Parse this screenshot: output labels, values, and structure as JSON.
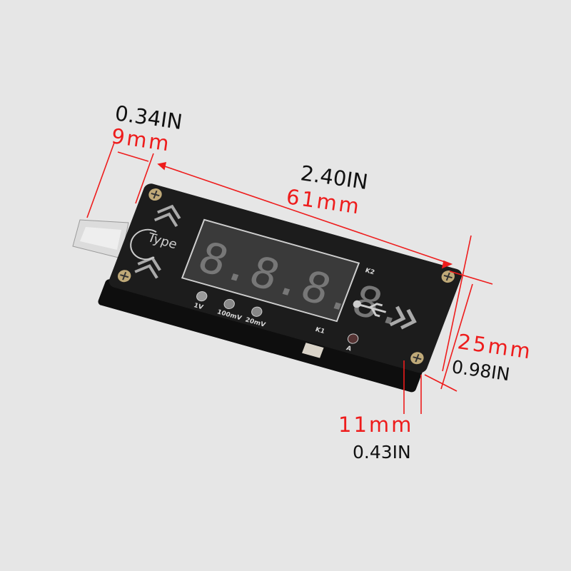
{
  "colors": {
    "background": "#e6e6e6",
    "dimension_line": "#ee1c1c",
    "device_body": "#1c1c1c"
  },
  "dimensions": {
    "plug_length": {
      "inch": "0.34IN",
      "mm": "9mm"
    },
    "length": {
      "inch": "2.40IN",
      "mm": "61mm"
    },
    "width": {
      "inch": "0.98IN",
      "mm": "25mm"
    },
    "thickness": {
      "inch": "0.43IN",
      "mm": "11mm"
    }
  },
  "device": {
    "logo": "Type",
    "display_digits": "8.8.8.8.",
    "leds": [
      "1V",
      "100mV",
      "20mV",
      "A"
    ],
    "buttons": [
      "K1",
      "K2"
    ],
    "icons": [
      "usb-icon",
      "chevron-up-icon",
      "chevron-right-icon",
      "screw-icon"
    ]
  }
}
